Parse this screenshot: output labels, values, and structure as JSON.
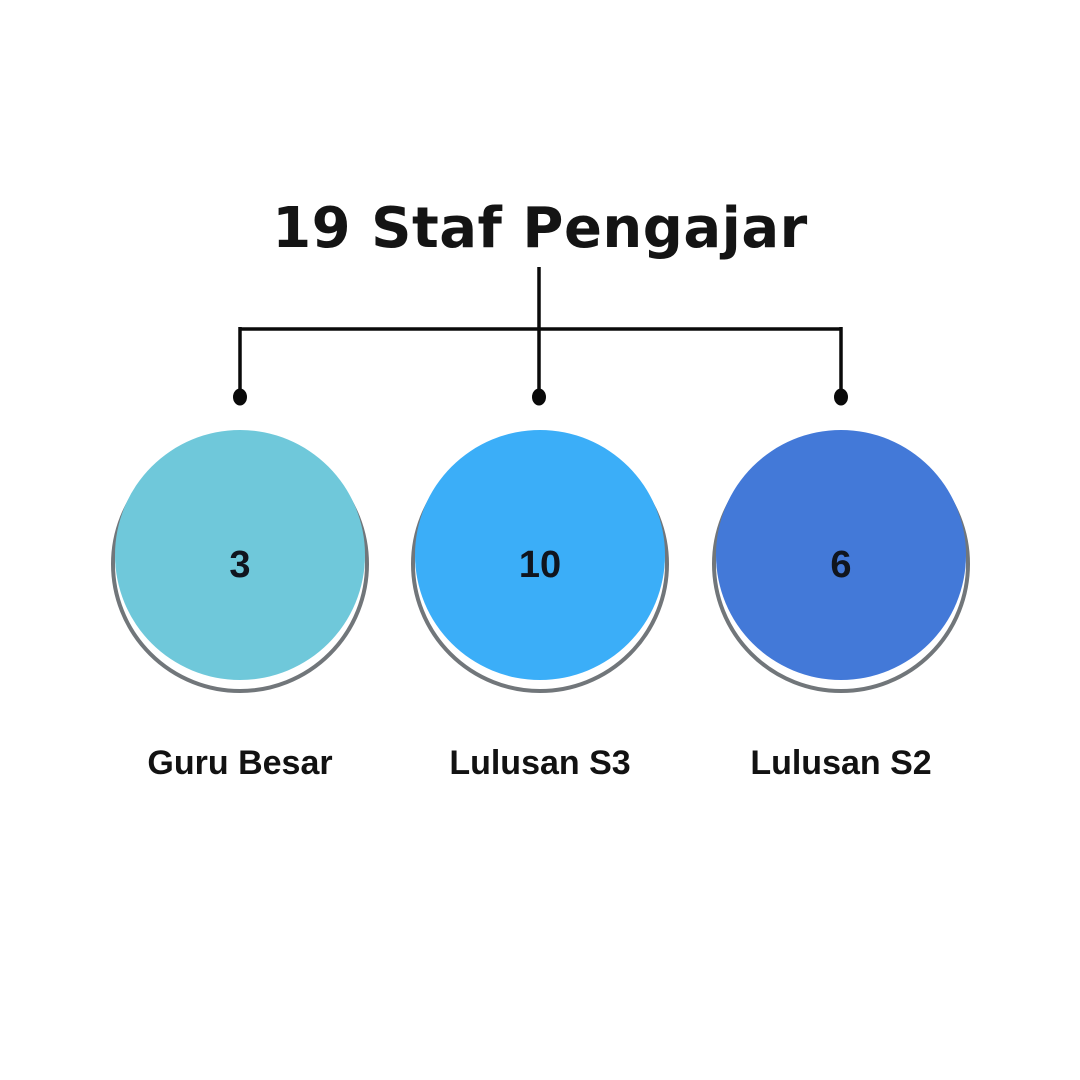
{
  "title": "19 Staf Pengajar",
  "nodes": [
    {
      "value": "3",
      "label": "Guru Besar",
      "color": "#6FC8DA"
    },
    {
      "value": "10",
      "label": "Lulusan S3",
      "color": "#3BAEF8"
    },
    {
      "value": "6",
      "label": "Lulusan S2",
      "color": "#4379D8"
    }
  ],
  "colors": {
    "background": "#FFFFFF",
    "connector": "#0A0A0A",
    "ring": "#71767A",
    "title_text": "#141414",
    "label_text": "#121212",
    "value_text": "#10151E"
  }
}
